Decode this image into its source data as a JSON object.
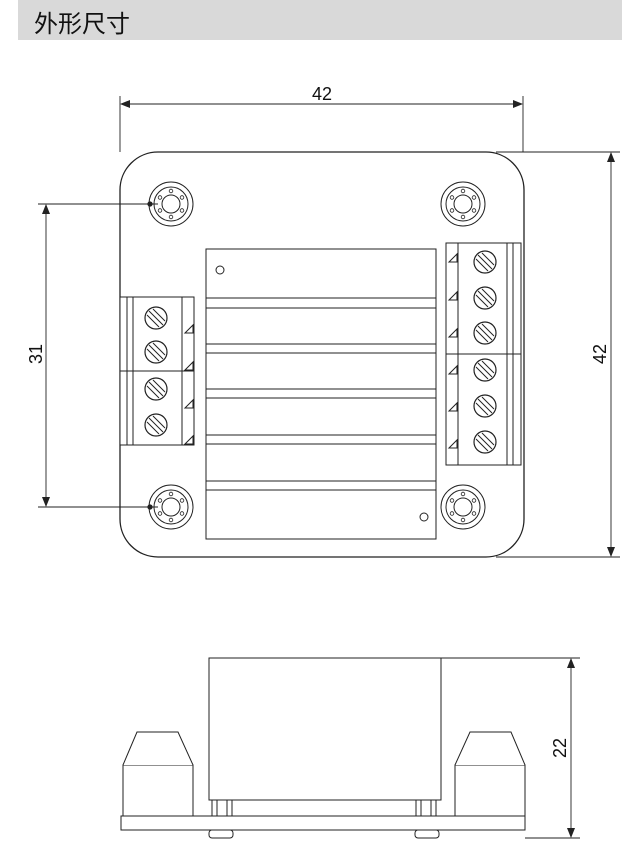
{
  "header": {
    "title": "外形尺寸"
  },
  "top_view": {
    "dim_width": "42",
    "dim_height": "42",
    "dim_hole_spacing": "31"
  },
  "side_view": {
    "dim_height": "22"
  }
}
